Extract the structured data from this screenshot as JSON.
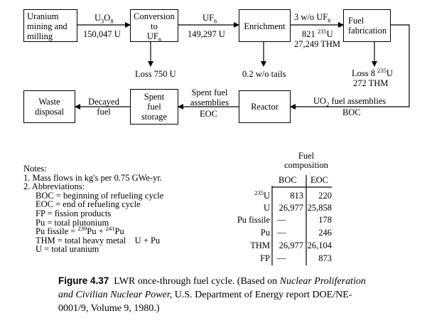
{
  "boxes": {
    "mining": [
      "Uranium",
      "mining and",
      "milling"
    ],
    "conversion": [
      "Conversion",
      "to"
    ],
    "conversion_sub_main": "UF",
    "conversion_sub_idx": "6",
    "enrichment": "Enrichment",
    "fabrication": [
      "Fuel",
      "fabrication"
    ],
    "waste": [
      "Waste",
      "disposal"
    ],
    "storage": [
      "Spent",
      "fuel",
      "storage"
    ],
    "reactor": "Reactor"
  },
  "flows": {
    "u3o8_main": "U",
    "u3o8_s1": "3",
    "u3o8_mid": "O",
    "u3o8_s2": "8",
    "u3o8_mass": "150,047 U",
    "uf6_main": "UF",
    "uf6_sub": "6",
    "uf6_mass": "149,297 U",
    "enriched_prefix": "3 w/o UF",
    "enriched_sub": "6",
    "enriched_mass_pre": "821 ",
    "enriched_mass_sup": "235",
    "enriched_mass_post": "U",
    "enriched_thm": "27,249 THM",
    "loss_conversion": "Loss 750 U",
    "tails": "0.2 w/o tails",
    "loss_fab_pre": "Loss 8 ",
    "loss_fab_sup": "235",
    "loss_fab_post": "U",
    "loss_fab_thm": "272 THM",
    "uo2_pre": "UO",
    "uo2_sub": "2",
    "uo2_post": " fuel assemblies",
    "uo2_time": "BOC",
    "spent_line1": "Spent fuel",
    "spent_line2": "assemblies",
    "spent_time": "EOC",
    "decayed_line1": "Decayed",
    "decayed_line2": "fuel"
  },
  "notes": {
    "title": "Notes:",
    "item1": "1.  Mass flows in kg's per 0.75 GWe-yr.",
    "item2": "2.  Abbreviations:",
    "boc": "BOC = beginning of refueling cycle",
    "eoc": "EOC = end of refueling cycle",
    "fp": "FP = fission products",
    "pu": "Pu = total plutonium",
    "pufissile_pre": "Pu fissile = ",
    "pufissile_sup1": "239",
    "pufissile_mid": "Pu + ",
    "pufissile_sup2": "241",
    "pufissile_post": "Pu",
    "thm": "THM = total heavy metal    U + Pu",
    "u": "U = total uranium"
  },
  "fuel_composition": {
    "title1": "Fuel",
    "title2": "composition",
    "columns": [
      "BOC",
      "EOC"
    ],
    "u235_sup": "235",
    "u235_post": "U",
    "rows": [
      {
        "label": "U",
        "boc": "26,977",
        "eoc": "25,858"
      },
      {
        "label": "Pu fissile",
        "boc": "—",
        "eoc": "178"
      },
      {
        "label": "Pu",
        "boc": "—",
        "eoc": "246"
      },
      {
        "label": "THM",
        "boc": "26,977",
        "eoc": "26,104"
      },
      {
        "label": "FP",
        "boc": "—",
        "eoc": "873"
      }
    ],
    "u235_boc": "813",
    "u235_eoc": "220"
  },
  "caption": {
    "fig": "Figure 4.37",
    "text1": "  LWR once-through fuel cycle. (Based on ",
    "italic": "Nuclear Proliferation and Civilian Nuclear Power,",
    "text2": " U.S. Department of Energy report DOE/NE-0001/9, Volume 9, 1980.)"
  }
}
